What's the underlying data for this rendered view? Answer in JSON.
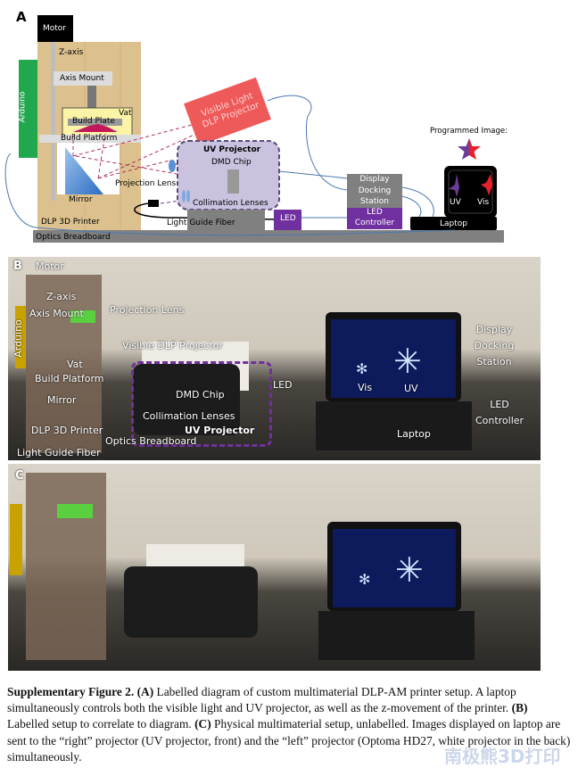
{
  "panel_a": {
    "letter": "A",
    "labels": {
      "motor": "Motor",
      "z_axis": "Z-axis",
      "axis_mount": "Axis Mount",
      "arduino": "Arduino",
      "vat": "Vat",
      "build_plate": "Build Plate",
      "build_platform": "Build Platform",
      "mirror": "Mirror",
      "dlp_printer": "DLP 3D Printer",
      "optics_breadboard": "Optics Breadboard",
      "visible_projector": "Visible Light DLP Projector",
      "uv_projector": "UV Projector",
      "dmd_chip": "DMD Chip",
      "projection_lens": "Projection Lens",
      "collimation_lenses": "Collimation Lenses",
      "light_guide_fiber": "Light Guide Fiber",
      "led": "LED",
      "display_docking": "Display Docking Station",
      "led_controller": "LED Controller",
      "laptop": "Laptop",
      "programmed_image": "Programmed Image:",
      "uv": "UV",
      "vis": "Vis"
    },
    "colors": {
      "printer": "#dcc18e",
      "arduino": "#21a84f",
      "visible_projector": "#ee5a5a",
      "uv_projector": "#cbc2df",
      "purple": "#7030a0",
      "grey": "#808080"
    }
  },
  "panel_b": {
    "letter": "B",
    "labels": {
      "motor": "Motor",
      "z_axis": "Z-axis",
      "axis_mount": "Axis Mount",
      "arduino": "Arduino",
      "projection_lens": "Projection Lens",
      "visible_projector": "Visible DLP Projector",
      "vat": "Vat",
      "build_platform": "Build Platform",
      "mirror": "Mirror",
      "dmd_chip": "DMD Chip",
      "led": "LED",
      "collimation_lenses": "Collimation Lenses",
      "dlp_printer": "DLP 3D Printer",
      "uv_projector": "UV Projector",
      "optics_breadboard": "Optics Breadboard",
      "light_guide_fiber": "Light Guide Fiber",
      "vis": "Vis",
      "uv": "UV",
      "laptop": "Laptop",
      "display_docking": "Display Docking Station",
      "led_controller": "LED Controller"
    }
  },
  "panel_c": {
    "letter": "C"
  },
  "caption": {
    "title": "Supplementary Figure 2.",
    "a": "(A)",
    "a_text": " Labelled diagram of custom multimaterial DLP-AM printer setup. A laptop simultaneously controls both the visible light and UV projector, as well as the z-movement of the printer. ",
    "b": "(B)",
    "b_text": " Labelled setup to correlate to diagram. ",
    "c": "(C)",
    "c_text": " Physical multimaterial setup, unlabelled. Images displayed on laptop are sent to the “right” projector (UV projector, front) and the “left” projector (Optoma HD27, white projector in the back) simultaneously."
  },
  "watermark": "南极熊3D打印"
}
